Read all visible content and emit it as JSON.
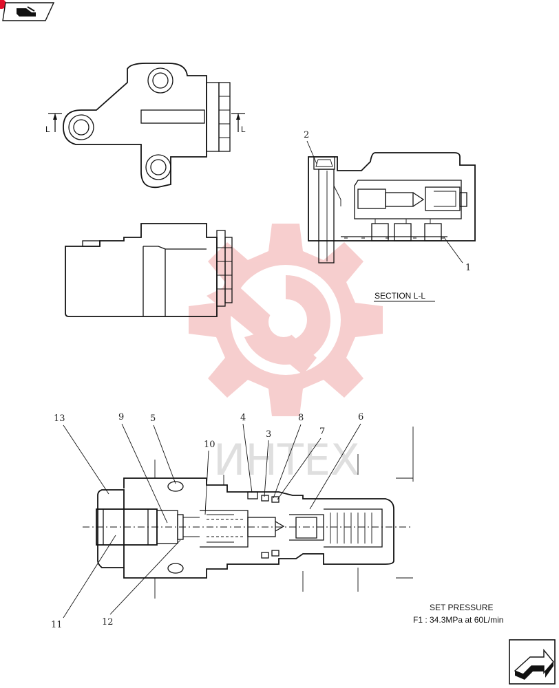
{
  "section_caption": "SECTION  L-L",
  "section_marker": "L",
  "watermark_text": "ИНТЕХ",
  "set_pressure": {
    "title": "SET PRESSURE",
    "value": "F1 : 34.3MPa  at  60L/min"
  },
  "callouts": [
    "1",
    "2",
    "3",
    "4",
    "5",
    "6",
    "7",
    "8",
    "9",
    "10",
    "11",
    "12",
    "13"
  ],
  "colors": {
    "line": "#111111",
    "watermark": "#f6c9c9",
    "accent": "#e0102a"
  },
  "icons": {
    "top_left": "prev-page-arrow-icon",
    "bottom_right": "next-page-arrow-icon"
  }
}
